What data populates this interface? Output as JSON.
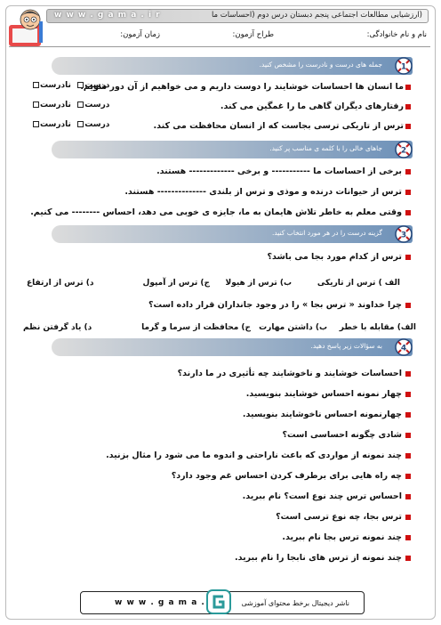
{
  "header": {
    "title": "(ارزشیابی مطالعات اجتماعی پنجم دبستان درس دوم (احساسات ما",
    "site": "w w w . g a m a . i r",
    "name_label": "نام و نام خانوادگی:",
    "name_dots": ".",
    "designer_label": "طراح آزمون:",
    "time_label": "زمان آزمون:"
  },
  "sections": [
    {
      "banner": "جمله های درست و نادرست را مشخص کنید.",
      "icon_number": "1",
      "items": [
        {
          "text": "ما انسان ها احساسات خوشایند را دوست داریم و می خواهیم از آن دور شویم.",
          "true_label": "درست",
          "false_label": "نادرست"
        },
        {
          "text": "رفتارهای دیگران گاهی ما را غمگین می کند.",
          "true_label": "درست",
          "false_label": "نادرست"
        },
        {
          "text": "ترس از تاریکی ترسی بجاست که از انسان محافظت می کند.",
          "true_label": "درست",
          "false_label": "نادرست"
        }
      ]
    },
    {
      "banner": "جاهای خالی را با کلمه ی مناسب پر کنید.",
      "icon_number": "2",
      "items": [
        "برخی از احساسات ما ----------- و برخی ------------- هستند.",
        "ترس از حیوانات درنده و موذی و ترس از بلندی -------------- هستند.",
        "وقتی معلم به خاطر تلاش هایمان به ما، جایزه ی خوبی می دهد، احساس -------- می کنیم."
      ]
    },
    {
      "banner": "گزینه درست را در هر مورد انتخاب کنید.",
      "icon_number": "3",
      "questions": [
        {
          "text": "ترس از کدام مورد بجا می باشد؟",
          "options": [
            "الف ) ترس از تاریکی",
            "ب) ترس از هیولا",
            "ج) ترس از آمپول",
            "د) ترس از ارتفاع"
          ]
        },
        {
          "text": "چرا خداوند « ترس بجا » را در وجود جانداران قرار داده است؟",
          "options": [
            "الف) مقابله با خطر",
            "ب) داشتن مهارت",
            "ج) محافظت از سرما و گرما",
            "د) یاد گرفتن نظم"
          ]
        }
      ]
    },
    {
      "banner": "به سؤالات زیر پاسخ دهید.",
      "icon_number": "4",
      "items": [
        "احساسات خوشایند و ناخوشایند چه تأثیری در ما دارند؟",
        "چهار نمونه احساس خوشایند بنویسید.",
        "چهارنمونه احساس ناخوشایند بنویسید.",
        "شادی چگونه احساسی است؟",
        "چند نمونه از مواردی که باعث ناراحتی و اندوه ما می شود را مثال بزنید.",
        "چه راه هایی برای برطرف کردن احساس غم وجود دارد؟",
        "احساس ترس چند نوع است؟ نام ببرید.",
        "ترس بجا، چه نوع ترسی است؟",
        "چند نمونه ترس بجا نام ببرید.",
        "چند نمونه از ترس های نابجا را نام ببرید."
      ]
    }
  ],
  "footer": {
    "site": "w w w . g a m a . i r",
    "publisher": "ناشر دیجیتال برخط محتوای آموزشی"
  },
  "colors": {
    "bullet": "#d01010",
    "banner_end": "#6c90b8",
    "banner_start": "#dcdcdc",
    "header_site": "#e34848"
  }
}
